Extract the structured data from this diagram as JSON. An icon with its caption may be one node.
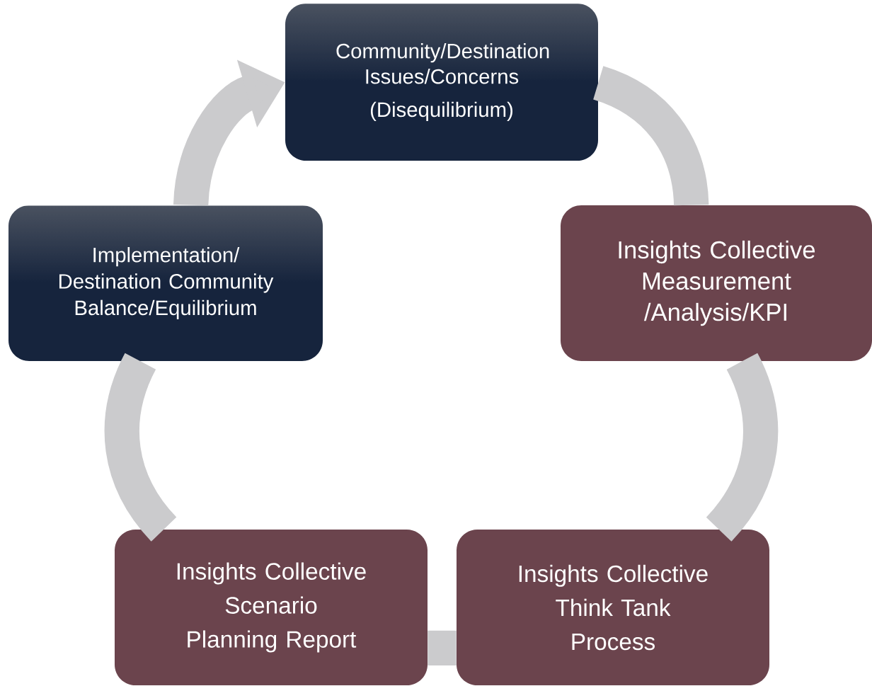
{
  "diagram": {
    "nodes": [
      {
        "text": [
          "Community/Destination Issues/Concerns",
          "(Disequilibrium)"
        ]
      },
      {
        "text": [
          "Insights Collective Measurement /Analysis/KPI"
        ]
      },
      {
        "text": [
          "Insights Collective Think Tank Process"
        ]
      },
      {
        "text": [
          "Insights Collective Scenario Planning Report"
        ]
      },
      {
        "text": [
          "Implementation/ Destination Community Balance/Equilibrium"
        ]
      }
    ],
    "edges": [
      {
        "from": 0,
        "to": 1,
        "arrow": "none"
      },
      {
        "from": 1,
        "to": 2,
        "arrow": "none"
      },
      {
        "from": 2,
        "to": 3,
        "arrow": "none"
      },
      {
        "from": 3,
        "to": 4,
        "arrow": "none"
      },
      {
        "from": 4,
        "to": 0,
        "arrow": "to"
      }
    ]
  }
}
